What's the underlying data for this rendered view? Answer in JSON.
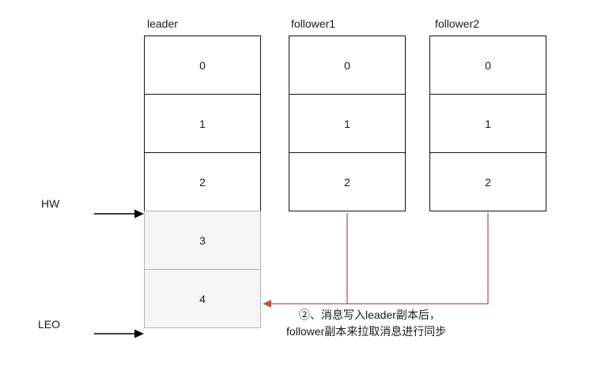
{
  "columns": [
    {
      "label": "leader",
      "cells": [
        {
          "value": "0",
          "highlighted": false
        },
        {
          "value": "1",
          "highlighted": false
        },
        {
          "value": "2",
          "highlighted": false
        },
        {
          "value": "3",
          "highlighted": true
        },
        {
          "value": "4",
          "highlighted": true
        }
      ]
    },
    {
      "label": "follower1",
      "cells": [
        {
          "value": "0",
          "highlighted": false
        },
        {
          "value": "1",
          "highlighted": false
        },
        {
          "value": "2",
          "highlighted": false
        }
      ]
    },
    {
      "label": "follower2",
      "cells": [
        {
          "value": "0",
          "highlighted": false
        },
        {
          "value": "1",
          "highlighted": false
        },
        {
          "value": "2",
          "highlighted": false
        }
      ]
    }
  ],
  "markers": {
    "hw": {
      "label": "HW"
    },
    "leo": {
      "label": "LEO"
    }
  },
  "annotation": {
    "line1": "②、消息写入leader副本后，",
    "line2": "follower副本来拉取消息进行同步"
  },
  "colors": {
    "box_border": "#141414",
    "highlight_fill": "#f5f5f5",
    "highlight_border": "#b3b3b3",
    "sync_line": "#b85450",
    "marker_arrow": "#000000",
    "text": "#1a1a1a",
    "background": "#ffffff"
  }
}
